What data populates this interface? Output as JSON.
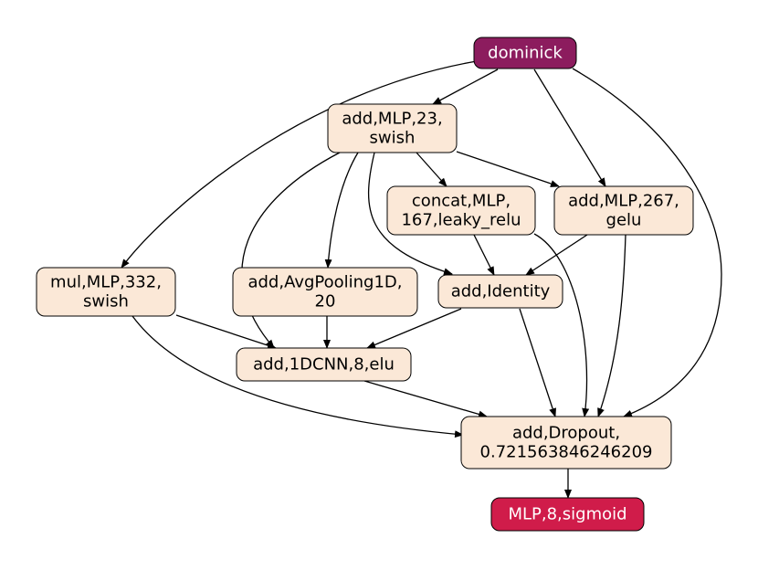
{
  "colors": {
    "node_fill": "#fbe8d7",
    "node_stroke": "#000000",
    "input_fill": "#8c1c5e",
    "output_fill": "#d01c4a",
    "light_text": "#ffffff",
    "dark_text": "#000000",
    "edge": "#000000"
  },
  "nodes": {
    "input": {
      "lines": [
        "dominick"
      ]
    },
    "add_mlp_23": {
      "lines": [
        "add,MLP,23,",
        "swish"
      ]
    },
    "concat_mlp_167": {
      "lines": [
        "concat,MLP,",
        "167,leaky_relu"
      ]
    },
    "add_mlp_267": {
      "lines": [
        "add,MLP,267,",
        "gelu"
      ]
    },
    "mul_mlp_332": {
      "lines": [
        "mul,MLP,332,",
        "swish"
      ]
    },
    "add_avgpool": {
      "lines": [
        "add,AvgPooling1D,",
        "20"
      ]
    },
    "add_identity": {
      "lines": [
        "add,Identity"
      ]
    },
    "add_1dcnn": {
      "lines": [
        "add,1DCNN,8,elu"
      ]
    },
    "add_dropout": {
      "lines": [
        "add,Dropout,",
        "0.721563846246209"
      ]
    },
    "output": {
      "lines": [
        "MLP,8,sigmoid"
      ]
    }
  },
  "edges": [
    [
      "input",
      "add_mlp_23"
    ],
    [
      "input",
      "mul_mlp_332"
    ],
    [
      "input",
      "add_mlp_267"
    ],
    [
      "input",
      "add_dropout"
    ],
    [
      "add_mlp_23",
      "concat_mlp_167"
    ],
    [
      "add_mlp_23",
      "add_mlp_267"
    ],
    [
      "add_mlp_23",
      "add_avgpool"
    ],
    [
      "add_mlp_23",
      "add_1dcnn"
    ],
    [
      "add_mlp_23",
      "add_identity"
    ],
    [
      "concat_mlp_167",
      "add_identity"
    ],
    [
      "concat_mlp_167",
      "add_dropout"
    ],
    [
      "add_mlp_267",
      "add_identity"
    ],
    [
      "add_mlp_267",
      "add_dropout"
    ],
    [
      "mul_mlp_332",
      "add_1dcnn"
    ],
    [
      "mul_mlp_332",
      "add_dropout"
    ],
    [
      "add_avgpool",
      "add_1dcnn"
    ],
    [
      "add_identity",
      "add_1dcnn"
    ],
    [
      "add_identity",
      "add_dropout"
    ],
    [
      "add_1dcnn",
      "add_dropout"
    ],
    [
      "add_dropout",
      "output"
    ]
  ]
}
